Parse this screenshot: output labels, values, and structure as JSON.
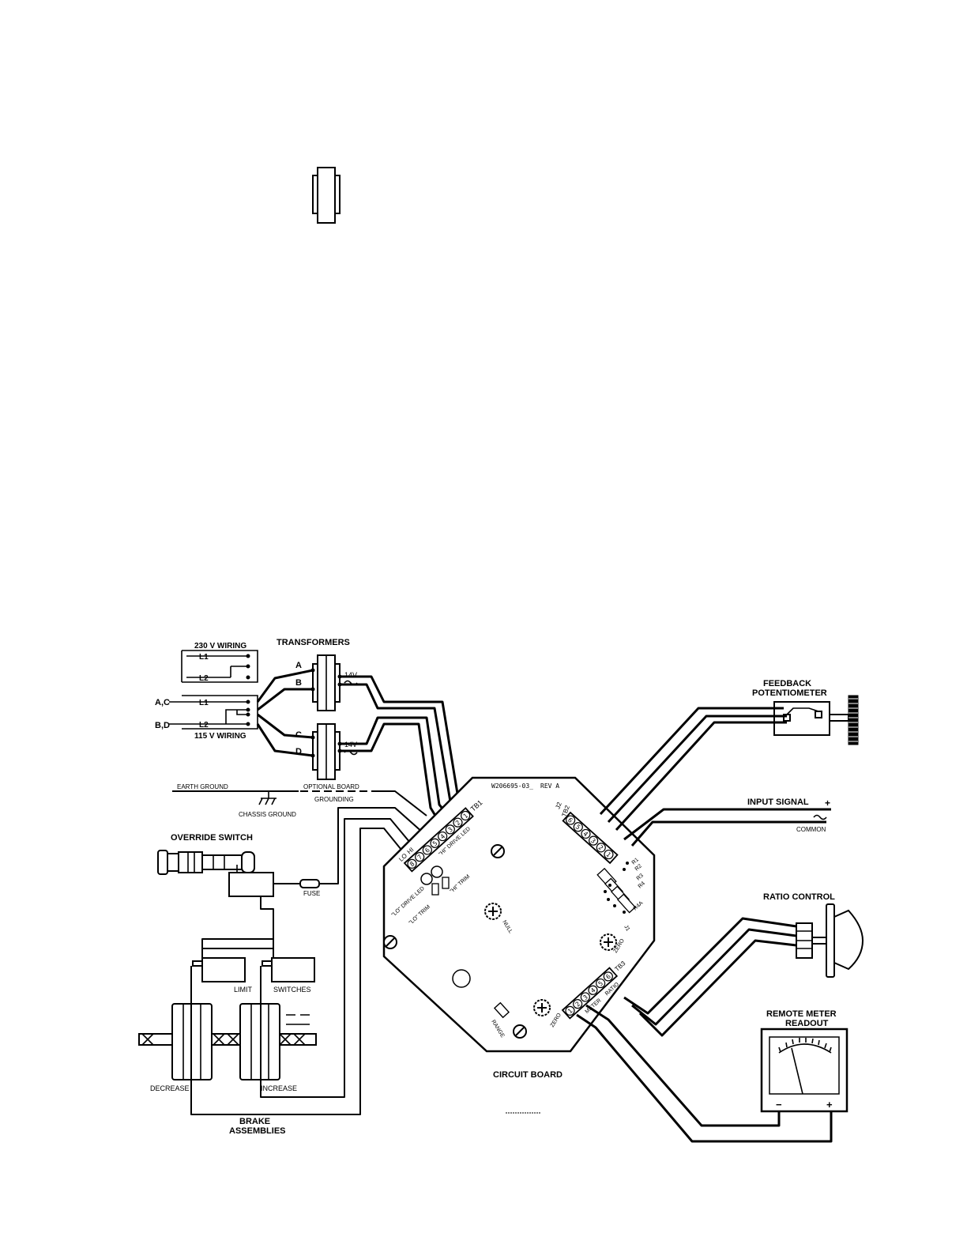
{
  "labels": {
    "transformers": "TRANSFORMERS",
    "wiring_230": "230 V WIRING",
    "wiring_115": "115 V WIRING",
    "l1": "L1",
    "l2": "L2",
    "ac": "A,C",
    "bd": "B,D",
    "tap_a": "A",
    "tap_b": "B",
    "tap_c": "C",
    "tap_d": "D",
    "v14": "14V",
    "earth_ground": "EARTH GROUND",
    "optional_board": "OPTIONAL BOARD",
    "grounding": "GROUNDING",
    "chassis_ground": "CHASSIS GROUND",
    "override_switch": "OVERRIDE SWITCH",
    "fuse": "FUSE",
    "limit": "LIMIT",
    "switches": "SWITCHES",
    "decrease": "DECREASE",
    "increase": "INCREASE",
    "brake_1": "BRAKE",
    "brake_2": "ASSEMBLIES",
    "circuit_board": "CIRCUIT BOARD",
    "board_part": "W206695-03_",
    "rev": "REV A",
    "tb1": "TB1",
    "tb2": "TB2",
    "tb3": "TB3",
    "lo": "LO",
    "hi": "HI",
    "drive_led_lo": "\"LO\" DRIVE LED",
    "drive_led_hi": "\"HI\" DRIVE LED",
    "trim_lo": "\"LO\" TRIM",
    "trim_hi": "\"HI\" TRIM",
    "null": "NULL",
    "zero": "ZERO",
    "meter": "METER",
    "ratio": "RATIO",
    "range": "RANGE",
    "j1": "J1",
    "j2": "J2",
    "r1": "R1",
    "r2": "R2",
    "r3": "R3",
    "r4": "R4",
    "r4a": "R4A",
    "feedback_1": "FEEDBACK",
    "feedback_2": "POTENTIOMETER",
    "input_signal": "INPUT  SIGNAL",
    "plus": "+",
    "common": "COMMON",
    "ratio_control": "RATIO  CONTROL",
    "remote_meter_1": "REMOTE  METER",
    "remote_meter_2": "READOUT",
    "minus": "−",
    "tb1_terminals": [
      "8",
      "7",
      "6",
      "5",
      "4",
      "3",
      "2",
      "1"
    ],
    "tb2_terminals": [
      "6",
      "5",
      "4",
      "3",
      "2",
      "1"
    ],
    "tb3_terminals": [
      "1",
      "2",
      "3",
      "4",
      "5",
      "6"
    ]
  }
}
